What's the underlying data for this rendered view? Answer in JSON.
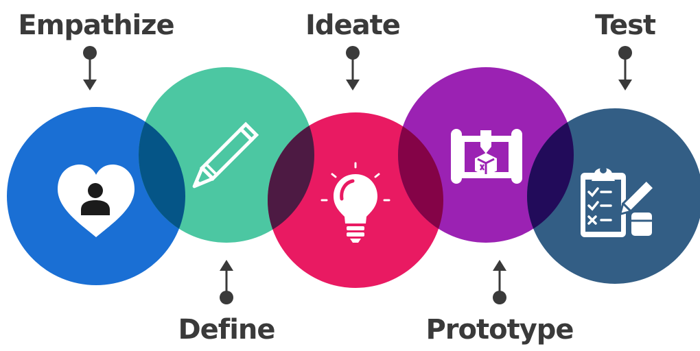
{
  "diagram": {
    "title": "",
    "stages": [
      {
        "id": "empathize",
        "label": "Empathize",
        "color": "#1A6FD4",
        "icon": "heart-person-icon",
        "label_position": "top"
      },
      {
        "id": "define",
        "label": "Define",
        "color": "#4CC7A2",
        "icon": "pencil-icon",
        "label_position": "bottom"
      },
      {
        "id": "ideate",
        "label": "Ideate",
        "color": "#E91A62",
        "icon": "lightbulb-icon",
        "label_position": "top"
      },
      {
        "id": "prototype",
        "label": "Prototype",
        "color": "#9B22B3",
        "icon": "blueprint-cube-icon",
        "label_position": "bottom"
      },
      {
        "id": "test",
        "label": "Test",
        "color": "#335E85",
        "icon": "clipboard-checklist-icon",
        "label_position": "top"
      }
    ],
    "text_color": "#3A3A3A",
    "overlap_colors": [
      "#055587",
      "#4D1A43",
      "#840347",
      "#220B5A"
    ]
  }
}
